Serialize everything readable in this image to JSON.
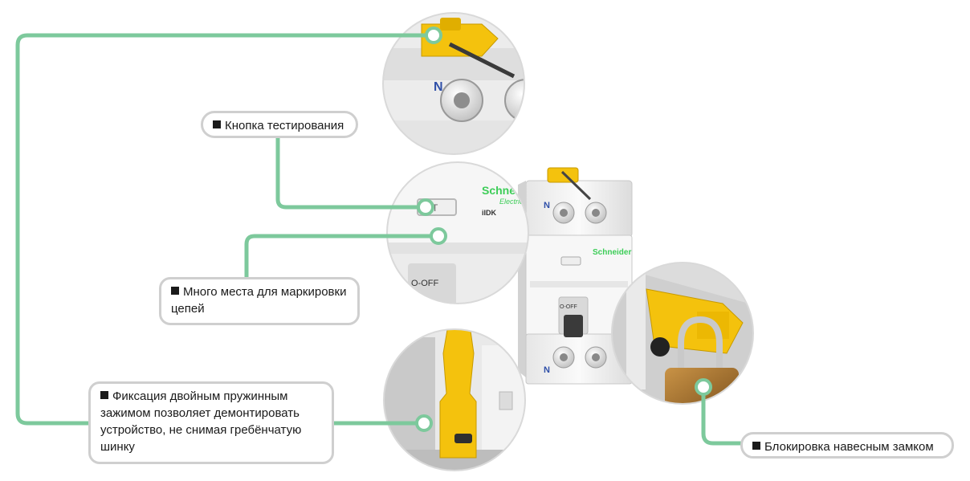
{
  "colors": {
    "connector": "#7dc99c",
    "callout_border": "#cfcfcf",
    "device_body": "#f2f2f2",
    "latch_yellow": "#f4c20d",
    "brand_green": "#3dcd58",
    "padlock_brass": "#b07a32"
  },
  "callouts": {
    "test_button": "Кнопка тестирования",
    "marking_space": "Много места для маркировки цепей",
    "spring_clip": "Фиксация двойным пружинным зажимом позволяет демонтировать устройство, не снимая гребёнчатую шинку",
    "padlock": "Блокировка навесным замком"
  },
  "device": {
    "brand": "Schneider",
    "brand_sub": "Electric",
    "model": "iIDK",
    "neutral_mark": "N",
    "off_label": "O-OFF"
  },
  "icons": [
    "bullet-square-icon",
    "connector-dot-icon",
    "padlock-icon",
    "spring-clip-icon",
    "test-button-icon"
  ]
}
